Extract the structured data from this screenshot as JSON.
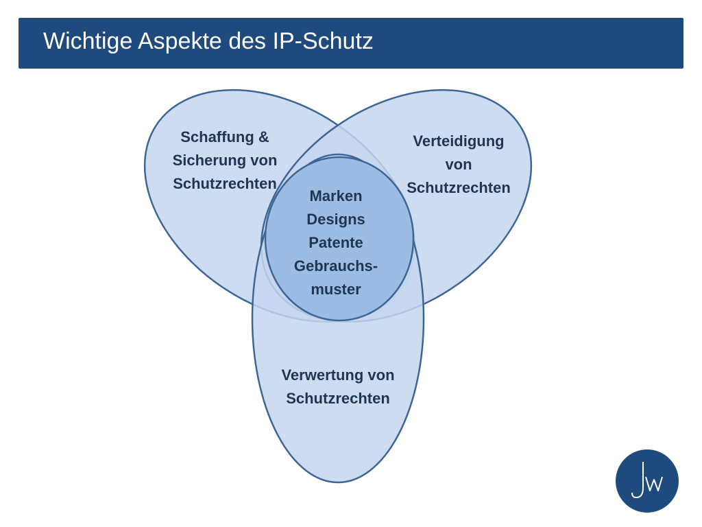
{
  "slide": {
    "title": "Wichtige Aspekte des IP-Schutz"
  },
  "diagram": {
    "left": [
      "Schaffung &",
      "Sicherung von",
      "Schutzrechten"
    ],
    "right": [
      "Verteidigung",
      "von",
      "Schutzrechten"
    ],
    "bottom": [
      "Verwertung von",
      "Schutzrechten"
    ],
    "center": [
      "Marken",
      "Designs",
      "Patente",
      "Gebrauchs-",
      "muster"
    ]
  },
  "colors": {
    "title_bar": "#1f4a7e",
    "ellipse_fill": "#c4d6ee",
    "ellipse_stroke": "#3d6596",
    "center_fill": "#9cbce4",
    "logo": "#1f4a7e"
  },
  "logo": {
    "icon": "jw-monogram-icon"
  }
}
